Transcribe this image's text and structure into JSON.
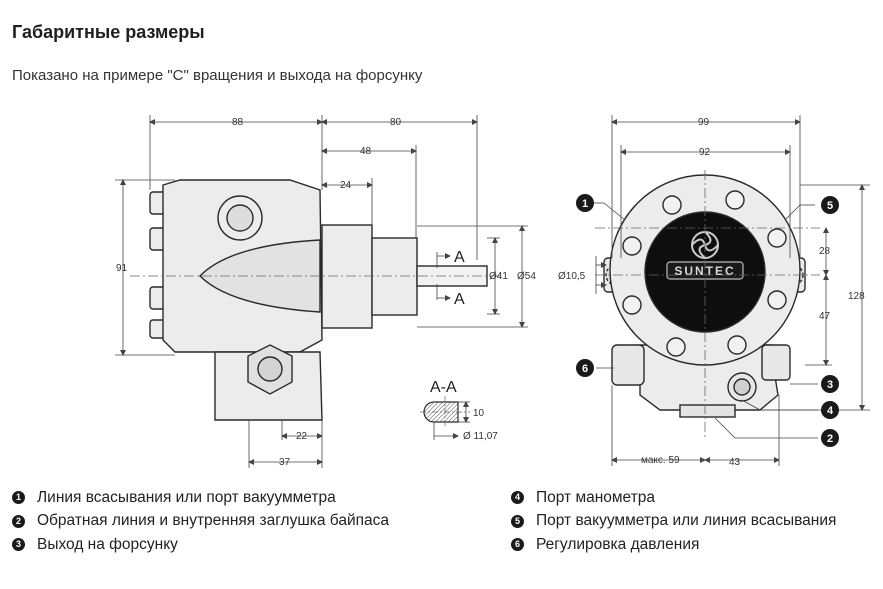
{
  "title": "Габаритные размеры",
  "subtitle": "Показано на примере \"С\" вращения и выхода на форсунку",
  "dimensions": {
    "d88": "88",
    "d80": "80",
    "d48": "48",
    "d24": "24",
    "d91": "91",
    "d41": "Ø41",
    "d54": "Ø54",
    "d22": "22",
    "d37": "37",
    "d99": "99",
    "d92": "92",
    "d28": "28",
    "d47": "47",
    "d128": "128",
    "d10_5": "Ø10,5",
    "dmax59": "макс. 59",
    "d43": "43",
    "d10": "10",
    "d11_07": "Ø 11,07"
  },
  "section": {
    "label": "А-А",
    "marker": "А"
  },
  "brand": "SUNTEC",
  "callouts": [
    "1",
    "2",
    "3",
    "4",
    "5",
    "6"
  ],
  "legend": {
    "left": [
      {
        "num": "1",
        "text": "Линия всасывания или порт вакуумметра"
      },
      {
        "num": "2",
        "text": "Обратная линия и внутренняя заглушка байпаса"
      },
      {
        "num": "3",
        "text": "Выход на форсунку"
      }
    ],
    "right": [
      {
        "num": "4",
        "text": "Порт манометра"
      },
      {
        "num": "5",
        "text": "Порт вакуумметра или линия всасывания"
      },
      {
        "num": "6",
        "text": "Регулировка давления"
      }
    ]
  }
}
